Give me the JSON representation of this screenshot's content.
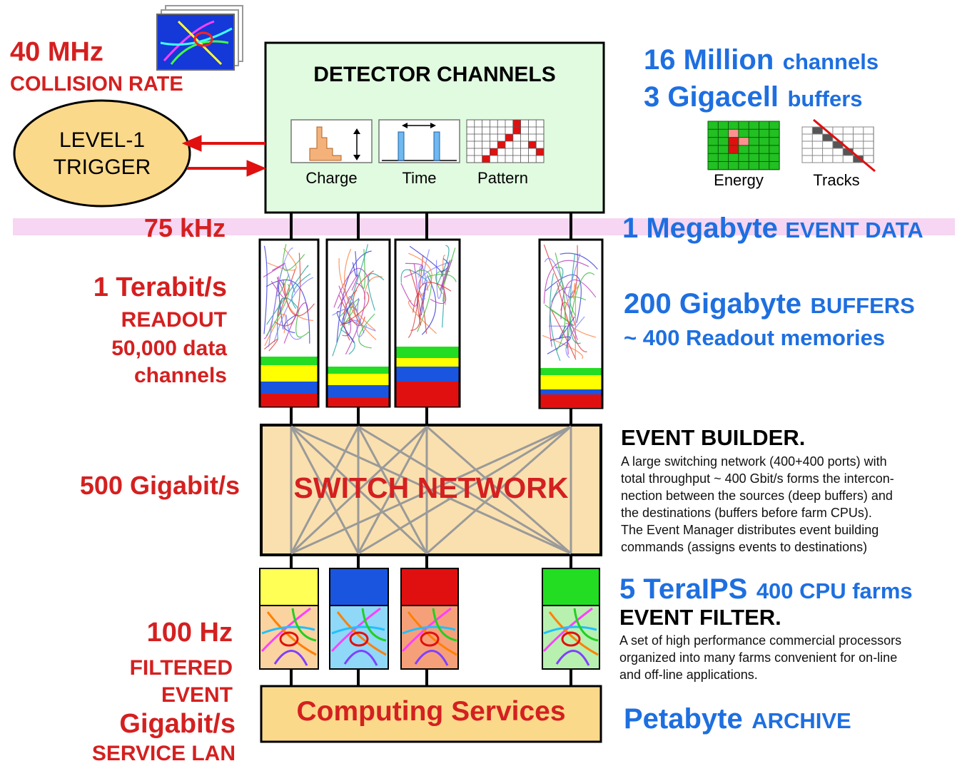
{
  "left": {
    "rate_value": "40 MHz",
    "rate_label": "COLLISION RATE",
    "trigger_line1": "LEVEL-1",
    "trigger_line2": "TRIGGER",
    "khz": "75 kHz",
    "readout_rate": "1 Terabit/s",
    "readout_label": "READOUT",
    "readout_channels_1": "50,000 data",
    "readout_channels_2": "channels",
    "switch_rate": "500 Gigabit/s",
    "filtered_rate": "100 Hz",
    "filtered_label_1": "FILTERED",
    "filtered_label_2": "EVENT",
    "lan_rate": "Gigabit/s",
    "lan_label": "SERVICE LAN"
  },
  "center": {
    "detector_title": "DETECTOR CHANNELS",
    "charge_label": "Charge",
    "time_label": "Time",
    "pattern_label": "Pattern",
    "switch_title": "SWITCH NETWORK",
    "computing_title": "Computing Services"
  },
  "right": {
    "million_big": "16 Million",
    "million_small": "channels",
    "gigacell_big": "3 Gigacell",
    "gigacell_small": "buffers",
    "energy_label": "Energy",
    "tracks_label": "Tracks",
    "mb_big": "1 Megabyte",
    "mb_small": "EVENT DATA",
    "gb_big": "200 Gigabyte",
    "gb_small": "BUFFERS",
    "memories": "~ 400 Readout memories",
    "builder_title": "EVENT BUILDER.",
    "builder_text_1": "A large switching network (400+400 ports) with",
    "builder_text_2": "total throughput ~ 400 Gbit/s forms the intercon-",
    "builder_text_3": "nection between the sources (deep buffers) and",
    "builder_text_4": "the destinations (buffers before farm CPUs).",
    "builder_text_5": "The Event Manager distributes event building",
    "builder_text_6": "commands (assigns events to destinations)",
    "tips_big": "5 TeraIPS",
    "tips_small": "400 CPU farms",
    "filter_title": "EVENT FILTER.",
    "filter_text_1": "A set of high performance commercial processors",
    "filter_text_2": "organized into many farms convenient for on-line",
    "filter_text_3": "and off-line applications.",
    "archive_big": "Petabyte",
    "archive_small": "ARCHIVE"
  },
  "colors": {
    "red_text": "#d42020",
    "blue_text": "#1e6fe0",
    "detector_fill": "#e0fbe0",
    "band_fill": "#f6d6f2",
    "switch_fill": "#fae0ae",
    "trigger_fill": "#fbd98a"
  }
}
